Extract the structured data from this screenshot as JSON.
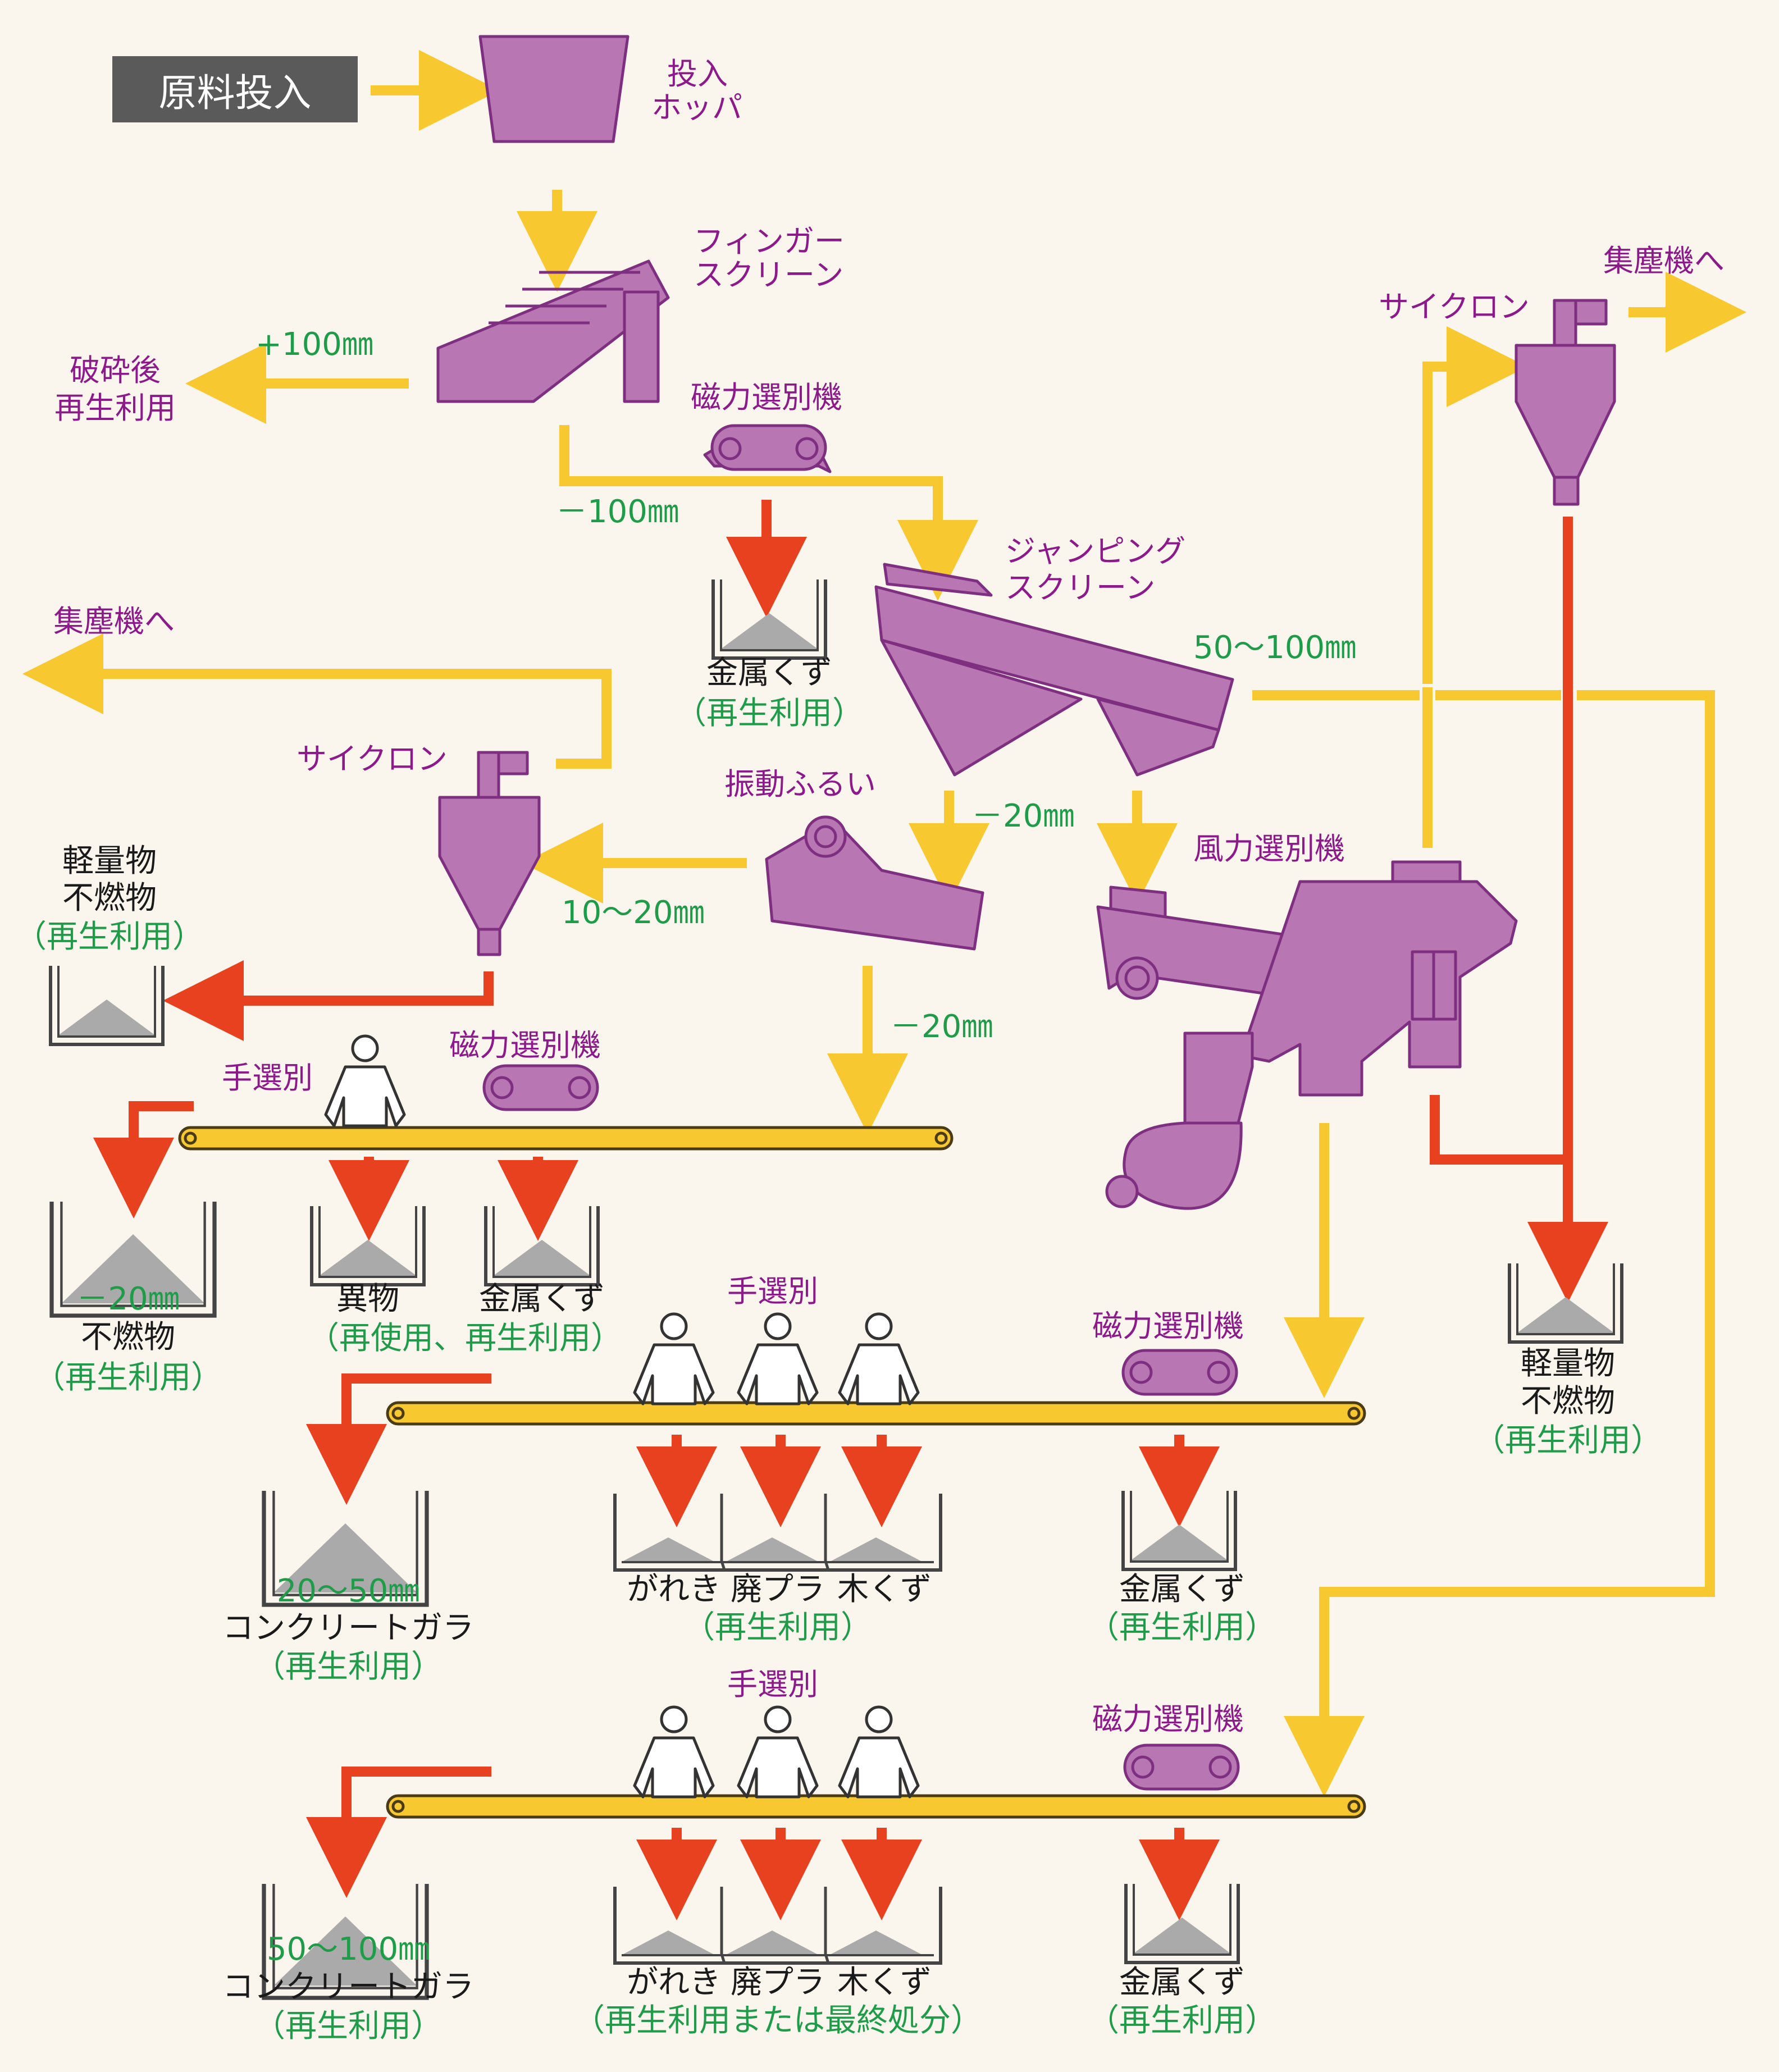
{
  "start_label": "原料投入",
  "labels": {
    "hopper": [
      "投入",
      "ホッパ"
    ],
    "finger_screen": [
      "フィンガー",
      "スクリーン"
    ],
    "crushed": [
      "破砕後",
      "再生利用"
    ],
    "plus100": "+100㎜",
    "magnet": "磁力選別機",
    "minus100": "－100㎜",
    "jumping_screen": [
      "ジャンピング",
      "スクリーン"
    ],
    "scrap_metal": "金属くず",
    "recycle": "（再生利用）",
    "dust_collector": "集塵機へ",
    "cyclone": "サイクロン",
    "size_50_100": "50～100㎜",
    "vibrating_screen": "振動ふるい",
    "minus20": "－20㎜",
    "wind_separator": "風力選別機",
    "size_10_20": "10～20㎜",
    "light_noncomb": [
      "軽量物",
      "不燃物"
    ],
    "hand_sort": "手選別",
    "minus20_noncomb": [
      "－20㎜",
      "不燃物"
    ],
    "foreign": "異物",
    "reuse_recycle": "（再使用、再生利用）",
    "size_20_50": "20～50㎜",
    "concrete": "コンクリートガラ",
    "rubble": "がれき",
    "waste_plastic": "廃プラ",
    "wood_scrap": "木くず",
    "recycle_or_disposal": "（再生利用または最終処分）",
    "size_50_100b": "50～100㎜"
  },
  "colors": {
    "machine": "#b877b3",
    "machine_stroke": "#7e2f80",
    "material_arrow": "#f7c830",
    "waste_arrow": "#e8411f",
    "purple_text": "#8d1a8a",
    "green_text": "#1f9c49",
    "label_box": "#5a5a5a",
    "background": "#fbf6ed"
  }
}
